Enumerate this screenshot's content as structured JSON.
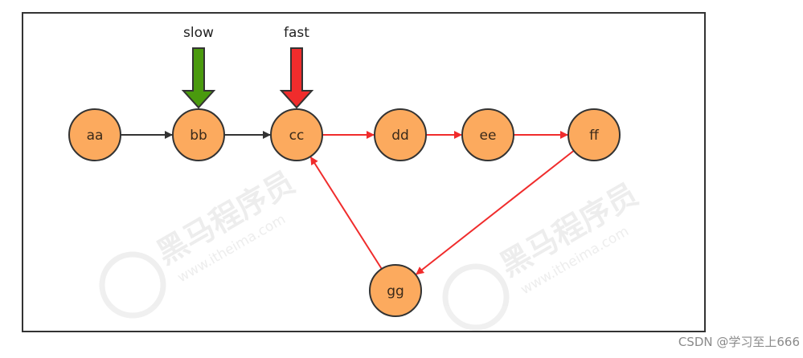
{
  "diagram": {
    "nodes": [
      {
        "id": "aa",
        "label": "aa"
      },
      {
        "id": "bb",
        "label": "bb"
      },
      {
        "id": "cc",
        "label": "cc"
      },
      {
        "id": "dd",
        "label": "dd"
      },
      {
        "id": "ee",
        "label": "ee"
      },
      {
        "id": "ff",
        "label": "ff"
      },
      {
        "id": "gg",
        "label": "gg"
      }
    ],
    "edges": [
      {
        "from": "aa",
        "to": "bb",
        "color": "#333333"
      },
      {
        "from": "bb",
        "to": "cc",
        "color": "#333333"
      },
      {
        "from": "cc",
        "to": "dd",
        "color": "#f02c2c"
      },
      {
        "from": "dd",
        "to": "ee",
        "color": "#f02c2c"
      },
      {
        "from": "ee",
        "to": "ff",
        "color": "#f02c2c"
      },
      {
        "from": "ff",
        "to": "gg",
        "color": "#f02c2c"
      },
      {
        "from": "gg",
        "to": "cc",
        "color": "#f02c2c"
      }
    ],
    "pointers": {
      "slow": {
        "label": "slow",
        "target": "bb",
        "color": "#4a9a0e"
      },
      "fast": {
        "label": "fast",
        "target": "cc",
        "color": "#f02c2c"
      }
    },
    "node_fill": "#fcaa5e",
    "node_stroke": "#333333",
    "watermark": {
      "text": "黑马程序员",
      "url": "www.itheima.com"
    }
  },
  "footer": {
    "credit": "CSDN @学习至上666"
  }
}
